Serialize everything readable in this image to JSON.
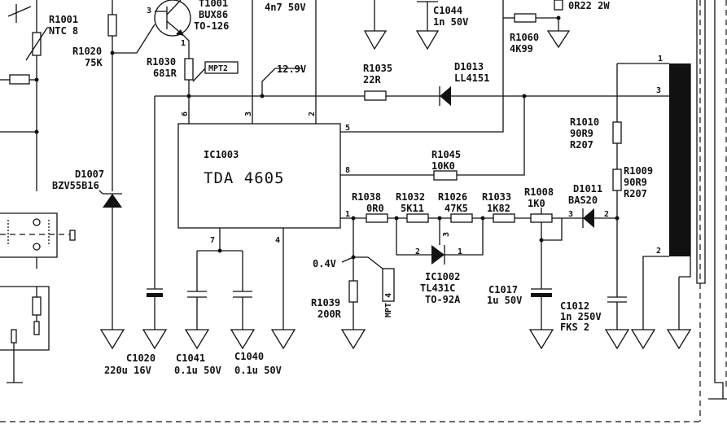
{
  "components": {
    "t1001": {
      "ref": "T1001",
      "part": "BUX86",
      "pkg": "TO-126",
      "pin3": "3",
      "pin1": "1"
    },
    "r1001": {
      "ref": "R1001",
      "value": "NTC 8"
    },
    "r1020": {
      "ref": "R1020",
      "value": "75K"
    },
    "r1030": {
      "ref": "R1030",
      "value": "681R"
    },
    "mpt2": "MPT2",
    "mpt4": "MPT 4",
    "c_top": {
      "value": "4n7 50V"
    },
    "c1044": {
      "ref": "C1044",
      "value": "1n 50V"
    },
    "r_top": {
      "value": "0R22 2W"
    },
    "r1060": {
      "ref": "R1060",
      "value": "4K99"
    },
    "v129": "12.9V",
    "r1035": {
      "ref": "R1035",
      "value": "22R"
    },
    "d1013": {
      "ref": "D1013",
      "part": "LL4151"
    },
    "ic1003": {
      "ref": "IC1003",
      "part": "TDA 4605"
    },
    "r1045": {
      "ref": "R1045",
      "value": "10K0"
    },
    "d1007": {
      "ref": "D1007",
      "part": "BZV55B16"
    },
    "r1038": {
      "ref": "R1038",
      "value": "0R0"
    },
    "r1032": {
      "ref": "R1032",
      "value": "5K11"
    },
    "r1026": {
      "ref": "R1026",
      "value": "47K5"
    },
    "r1033": {
      "ref": "R1033",
      "value": "1K82"
    },
    "r1008": {
      "ref": "R1008",
      "value": "1K0"
    },
    "d1011": {
      "ref": "D1011",
      "part": "BAS20"
    },
    "r1010": {
      "ref": "R1010",
      "value": "90R9",
      "code": "R207"
    },
    "r1009": {
      "ref": "R1009",
      "value": "90R9",
      "code": "R207"
    },
    "ic1002": {
      "ref": "IC1002",
      "part": "TL431C",
      "pkg": "TO-92A"
    },
    "v04": "0.4V",
    "r1039": {
      "ref": "R1039",
      "value": "200R"
    },
    "c1017": {
      "ref": "C1017",
      "value": "1u 50V"
    },
    "c1012": {
      "ref": "C1012",
      "value": "1n 250V",
      "type": "FKS 2"
    },
    "c1020": {
      "ref": "C1020",
      "value": "220u 16V"
    },
    "c1041": {
      "ref": "C1041",
      "value": "0.1u 50V"
    },
    "c1040": {
      "ref": "C1040",
      "value": "0.1u 50V"
    }
  },
  "pins": {
    "ic_p6": "6",
    "ic_p3": "3",
    "ic_p2": "2",
    "ic_p5": "5",
    "ic_p8": "8",
    "ic_p1": "1",
    "ic_p7": "7",
    "ic_p4": "4",
    "tl_p2": "2",
    "tl_p3": "3",
    "tl_p1": "1",
    "pot_p3": "3",
    "pot_p2": "2",
    "x_p1": "1",
    "x_p3": "3",
    "x_p2": "2"
  }
}
